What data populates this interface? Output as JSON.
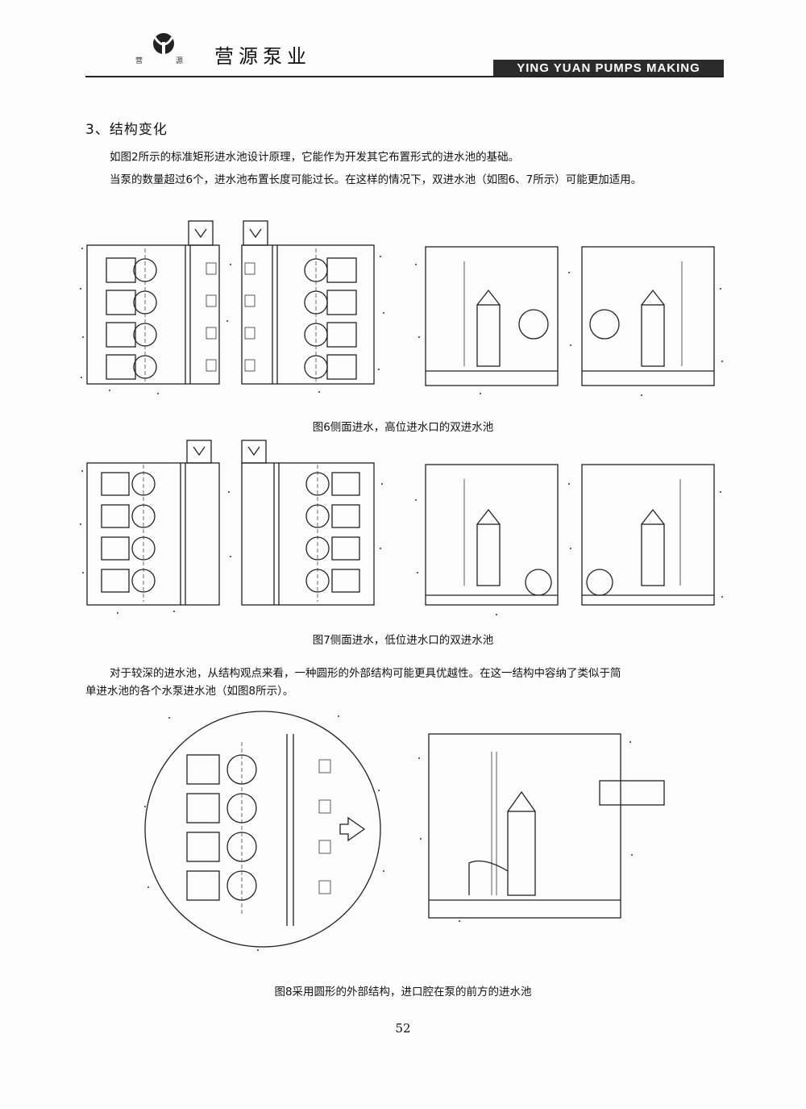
{
  "header": {
    "logo_left_char": "营",
    "logo_right_char": "源",
    "brand_name": "营源泵业",
    "english_name": "YING YUAN PUMPS MAKING"
  },
  "section": {
    "title": "3、结构变化",
    "paragraph_1": "如图2所示的标准矩形进水池设计原理，它能作为开发其它布置形式的进水池的基础。",
    "paragraph_2": "当泵的数量超过6个，进水池布置长度可能过长。在这样的情况下，双进水池（如图6、7所示）可能更加适用。"
  },
  "figures": {
    "fig6_caption": "图6侧面进水，高位进水口的双进水池",
    "fig7_caption": "图7侧面进水，低位进水口的双进水池",
    "fig8_caption": "图8采用圆形的外部结构，进口腔在泵的前方的进水池"
  },
  "body_text": {
    "paragraph_3_line_1": "对于较深的进水池，从结构观点来看，一种圆形的外部结构可能更具优越性。在这一结构中容纳了类似于简",
    "paragraph_3_line_2": "单进水池的各个水泵进水池（如图8所示）。"
  },
  "footer": {
    "page_number": "52"
  }
}
